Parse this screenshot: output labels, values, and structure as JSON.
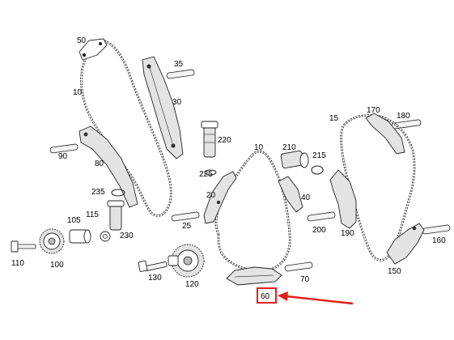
{
  "labels": {
    "p10a": "10",
    "p10b": "10",
    "p15": "15",
    "p20": "20",
    "p25": "25",
    "p30": "30",
    "p35": "35",
    "p40": "40",
    "p50": "50",
    "p60": "60",
    "p70": "70",
    "p80": "80",
    "p90": "90",
    "p100": "100",
    "p105": "105",
    "p110": "110",
    "p115": "115",
    "p120": "120",
    "p130": "130",
    "p150": "150",
    "p160": "160",
    "p170": "170",
    "p180": "180",
    "p190": "190",
    "p200": "200",
    "p210": "210",
    "p215": "215",
    "p220": "220",
    "p225": "225",
    "p230": "230",
    "p235": "235"
  },
  "highlight": {
    "color": "#e0201b"
  }
}
